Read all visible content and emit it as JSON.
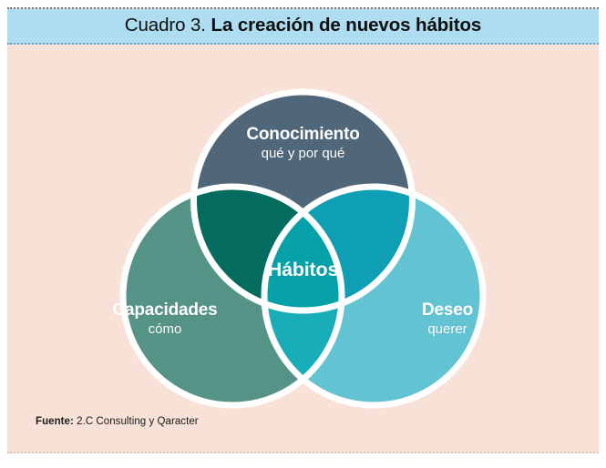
{
  "figure": {
    "number_label": "Cuadro 3.",
    "title": "La creación de nuevos hábitos",
    "background_color": "#F8E1D6",
    "title_bar_color": "#AEDCF0"
  },
  "venn": {
    "type": "venn-3",
    "center_label": "Hábitos",
    "circles": [
      {
        "id": "conocimiento",
        "title": "Conocimiento",
        "subtitle": "qué y por qué",
        "position": "top",
        "color": "#50677A"
      },
      {
        "id": "capacidades",
        "title": "Capacidades",
        "subtitle": "cómo",
        "position": "bottom-left",
        "color": "#549385"
      },
      {
        "id": "deseo",
        "title": "Deseo",
        "subtitle": "querer",
        "position": "bottom-right",
        "color": "#62C3D2"
      }
    ],
    "overlaps": [
      {
        "id": "conocimiento-capacidades",
        "color": "#046B5F"
      },
      {
        "id": "conocimiento-deseo",
        "color": "#0E9FB4"
      },
      {
        "id": "capacidades-deseo",
        "color": "#19ADB9"
      },
      {
        "id": "center-all-three",
        "color": "#06A0A8"
      }
    ],
    "stroke_color": "#FFFFFF"
  },
  "source": {
    "label": "Fuente:",
    "value": "2.C Consulting y Qaracter"
  }
}
